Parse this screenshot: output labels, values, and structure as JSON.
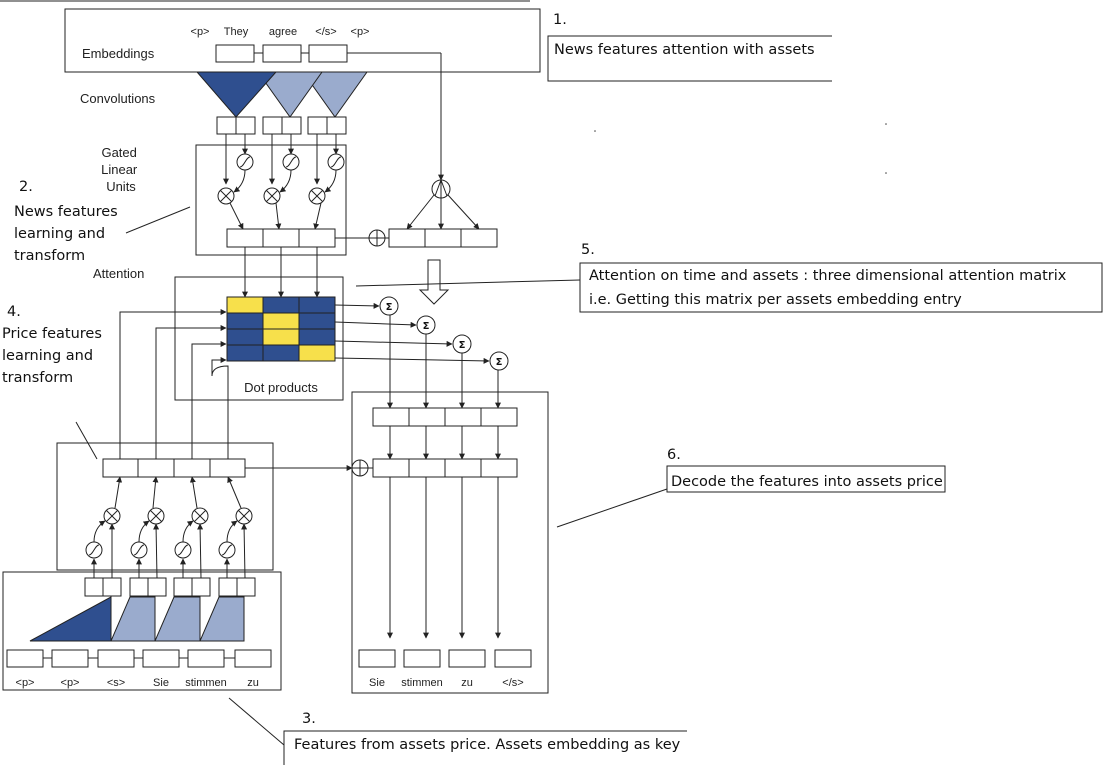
{
  "colors": {
    "dark_blue": "#2f4f8f",
    "light_blue": "#9aabcd",
    "yellow": "#f7e04b"
  },
  "encoder": {
    "tokens": [
      "<p>",
      "They",
      "agree",
      "</s>",
      "<p>"
    ],
    "embeddings_label": "Embeddings",
    "convolutions_label": "Convolutions",
    "glu_label_lines": [
      "Gated",
      "Linear",
      "Units"
    ],
    "attention_label": "Attention",
    "dot_products_label": "Dot products"
  },
  "decoder": {
    "input_tokens": [
      "<p>",
      "<p>",
      "<s>",
      "Sie",
      "stimmen",
      "zu"
    ],
    "output_tokens": [
      "Sie",
      "stimmen",
      "zu",
      "</s>"
    ]
  },
  "notes": [
    {
      "num": "1.",
      "lines": [
        "News features  attention with assets"
      ]
    },
    {
      "num": "2.",
      "lines": [
        "News features",
        "learning and",
        "transform"
      ]
    },
    {
      "num": "3.",
      "lines": [
        "Features from assets price. Assets embedding as key"
      ]
    },
    {
      "num": "4.",
      "lines": [
        "Price features",
        "learning and",
        "transform"
      ]
    },
    {
      "num": "5.",
      "lines": [
        "Attention on time and assets : three dimensional attention matrix",
        "i.e. Getting this matrix per assets embedding entry"
      ]
    },
    {
      "num": "6.",
      "lines": [
        "Decode the features into assets price"
      ]
    }
  ],
  "attention_matrix": {
    "rows": 4,
    "cols": 3,
    "yellow_cells": [
      [
        0,
        0
      ],
      [
        1,
        1
      ],
      [
        2,
        1
      ],
      [
        3,
        2
      ]
    ]
  }
}
